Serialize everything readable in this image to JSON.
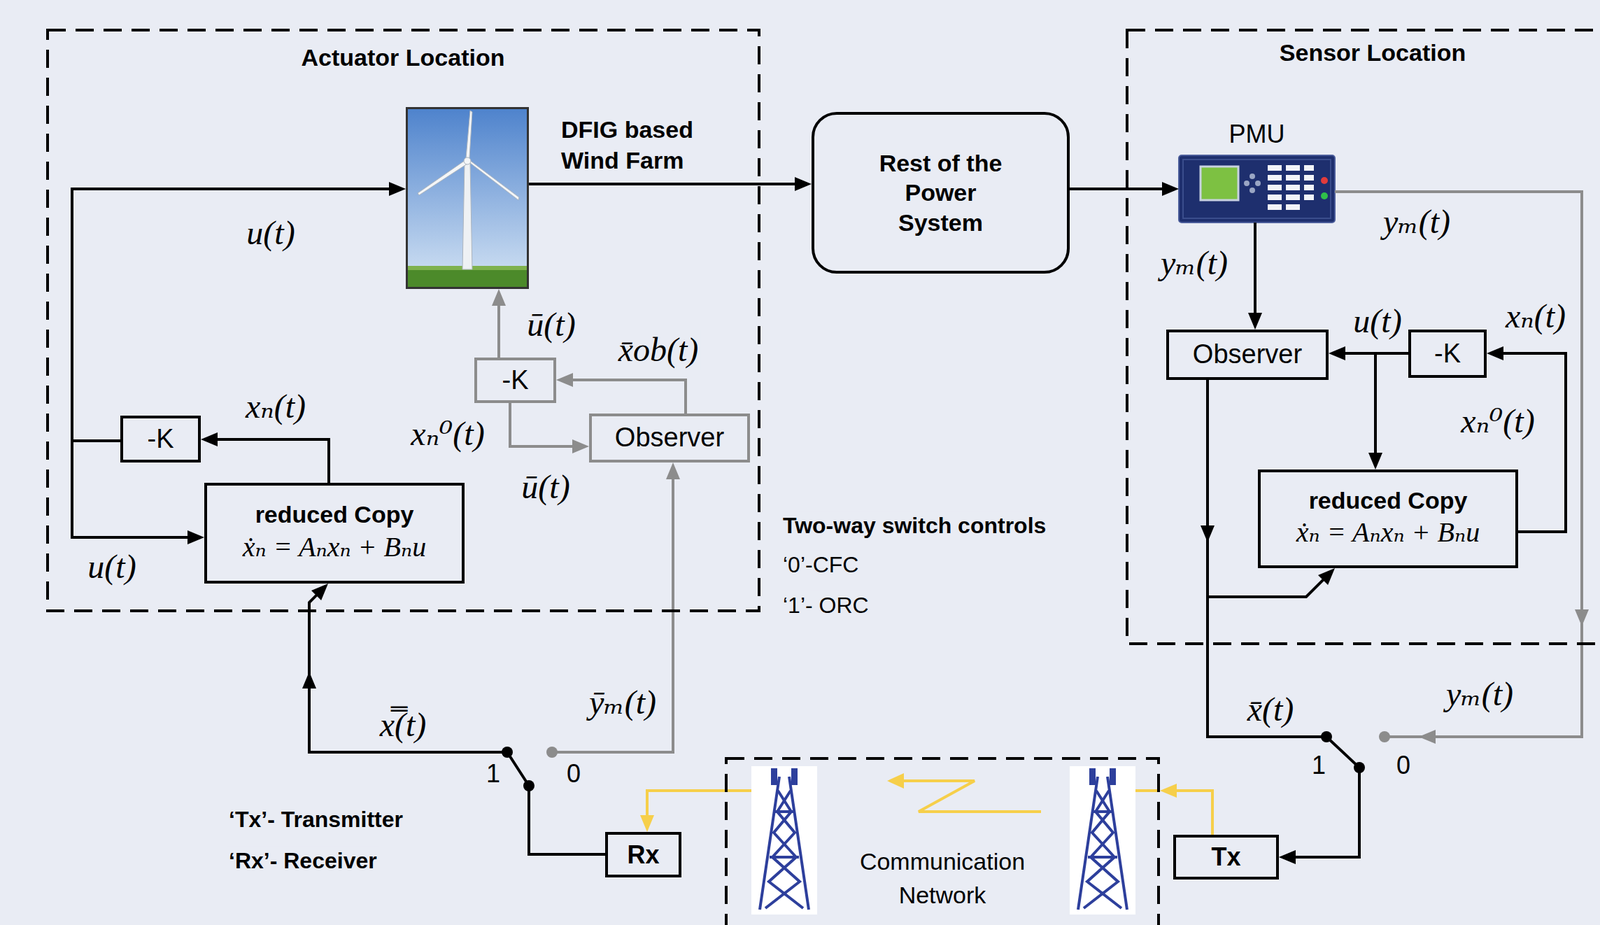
{
  "diagram": {
    "nodes": [
      {
        "text": [
          "Actuator Location"
        ]
      },
      {
        "text": [
          "DFIG based Wind Farm"
        ],
        "in": 0
      },
      {
        "text": [
          "-K"
        ],
        "in": 0
      },
      {
        "text": [
          "reduced Copy",
          "ẋₙ = Aₙxₙ + Bₙu"
        ],
        "in": 0
      },
      {
        "text": [
          "-K"
        ],
        "in": 0
      },
      {
        "text": [
          "Observer"
        ],
        "in": 0
      },
      {
        "text": [
          "Rest of the Power System"
        ]
      },
      {
        "text": [
          "Sensor Location"
        ]
      },
      {
        "text": [
          "PMU"
        ],
        "in": 7
      },
      {
        "text": [
          "Observer"
        ],
        "in": 7
      },
      {
        "text": [
          "-K"
        ],
        "in": 7
      },
      {
        "text": [
          "reduced Copy",
          "ẋₙ = Aₙxₙ + Bₙu"
        ],
        "in": 7
      },
      {
        "text": [
          "Communication Network"
        ]
      },
      {
        "text": [
          "Tx"
        ]
      },
      {
        "text": [
          "Rx"
        ]
      }
    ],
    "edges": [
      {
        "from": 1,
        "to": 6,
        "arrow": "to"
      },
      {
        "from": 6,
        "to": 8,
        "arrow": "to"
      },
      {
        "from": 8,
        "to": 9,
        "arrow": "to"
      },
      {
        "from": 8,
        "to": 13,
        "arrow": "to"
      },
      {
        "from": 10,
        "to": 9,
        "arrow": "to"
      },
      {
        "from": 10,
        "to": 11,
        "arrow": "to"
      },
      {
        "from": 11,
        "to": 10,
        "arrow": "to"
      },
      {
        "from": 9,
        "to": 11,
        "arrow": "to"
      },
      {
        "from": 9,
        "to": 13,
        "arrow": "to"
      },
      {
        "from": 13,
        "to": 12,
        "arrow": "to"
      },
      {
        "from": 12,
        "to": 14,
        "arrow": "to"
      },
      {
        "from": 14,
        "to": 3,
        "arrow": "to"
      },
      {
        "from": 14,
        "to": 5,
        "arrow": "to"
      },
      {
        "from": 2,
        "to": 1,
        "arrow": "to"
      },
      {
        "from": 2,
        "to": 3,
        "arrow": "to"
      },
      {
        "from": 3,
        "to": 2,
        "arrow": "to"
      },
      {
        "from": 5,
        "to": 4,
        "arrow": "to"
      },
      {
        "from": 4,
        "to": 1,
        "arrow": "to"
      },
      {
        "from": 4,
        "to": 5,
        "arrow": "to"
      }
    ],
    "labels": [
      "u(t)",
      "u(t)",
      "xₙ(t)",
      "xₙ⁰(t)",
      "ū(t)",
      "x̄ob(t)",
      "ū(t)",
      "x̿(t)",
      "ȳₘ(t)",
      "1",
      "0",
      "Two-way switch controls",
      "‘0’-CFC",
      "‘1’- ORC",
      "‘Tx’- Transmitter",
      "‘Rx’- Receiver",
      "yₘ(t)",
      "yₘ(t)",
      "u(t)",
      "xₙ(t)",
      "xₙ⁰(t)",
      "x̄(t)",
      "yₘ(t)",
      "1",
      "0"
    ]
  }
}
